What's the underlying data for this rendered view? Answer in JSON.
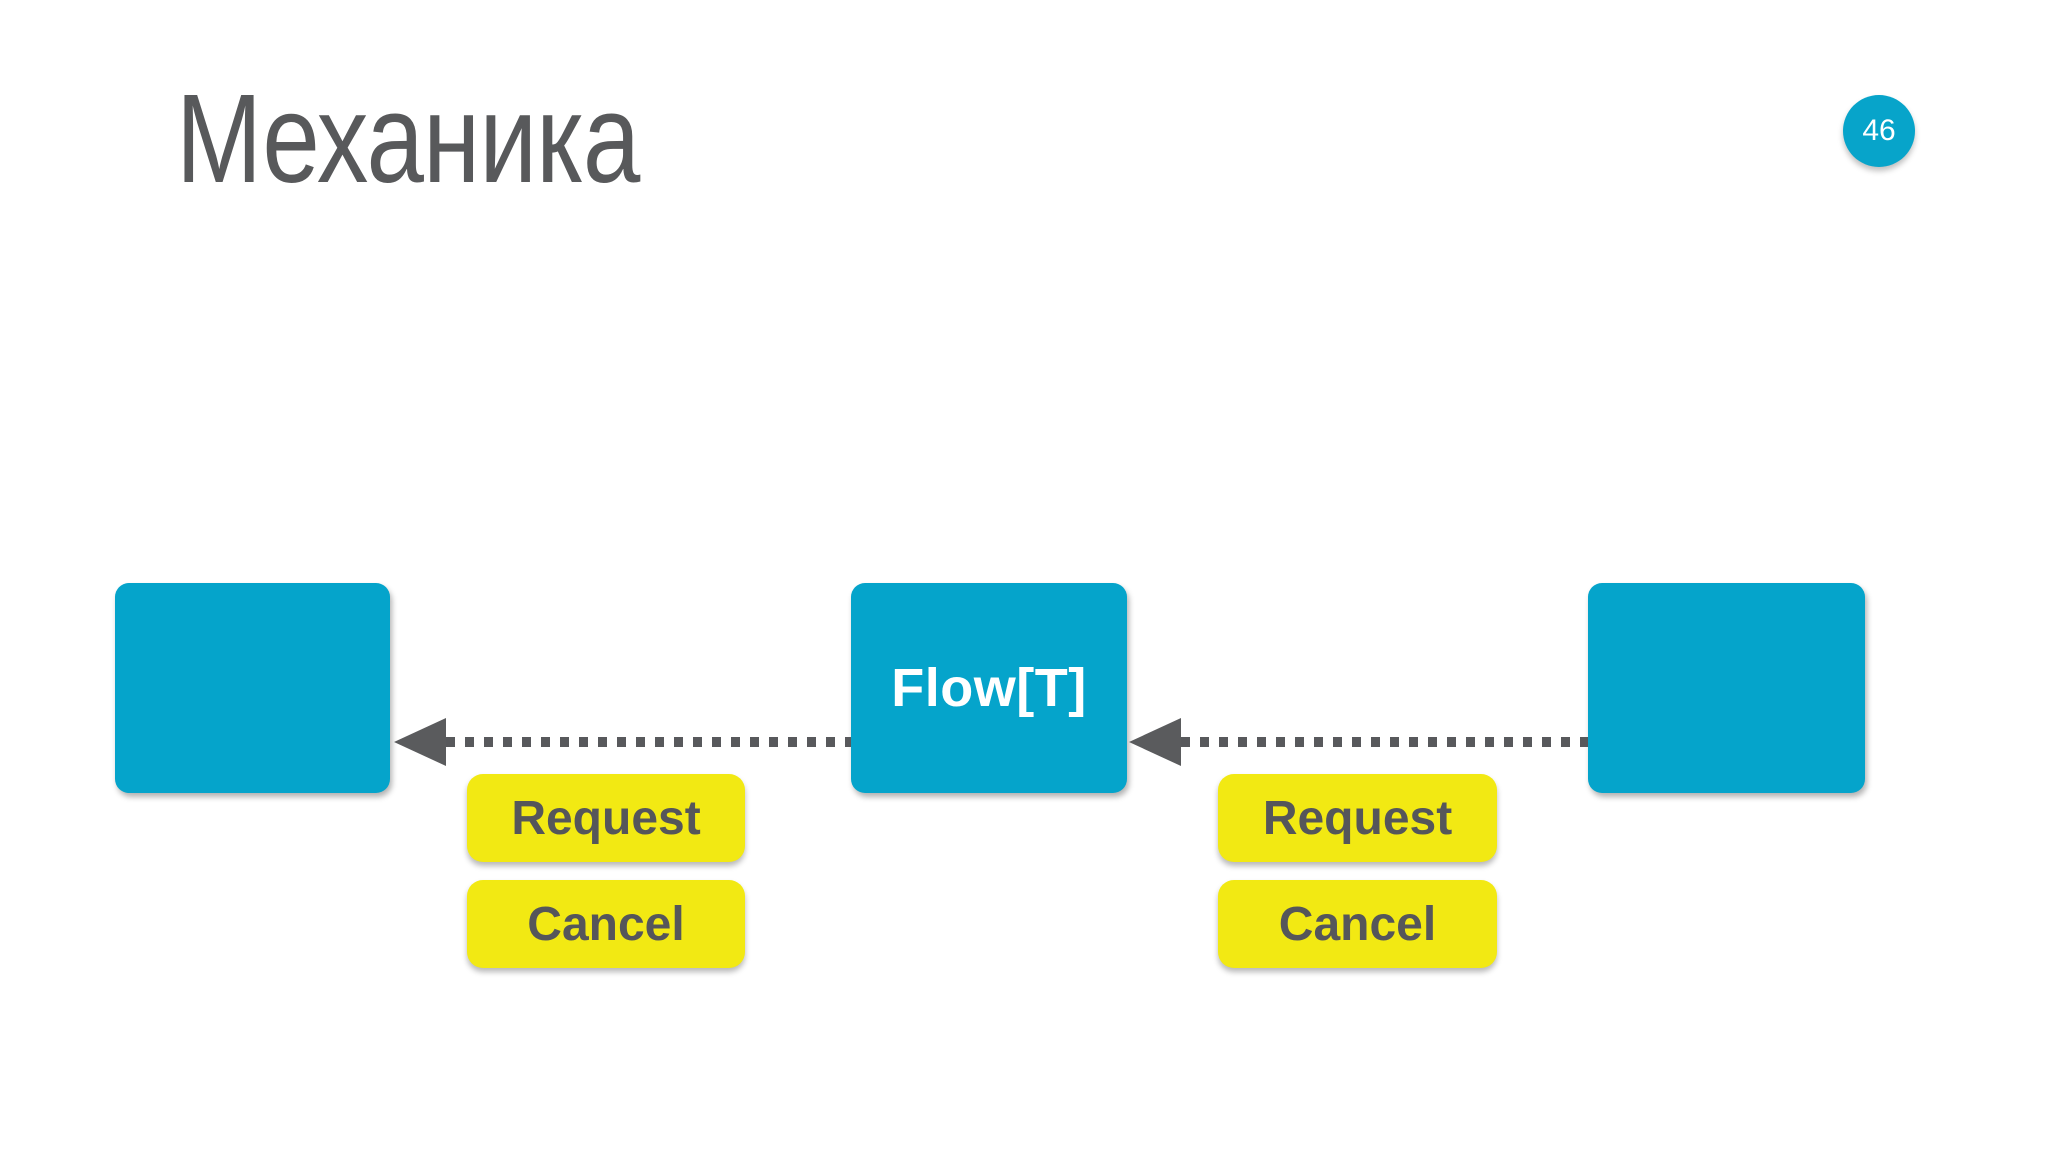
{
  "header": {
    "title": "Механика",
    "page_badge": "46"
  },
  "diagram": {
    "nodes": [
      {
        "id": "left-consumer",
        "label": ""
      },
      {
        "id": "flow",
        "label": "Flow[T]"
      },
      {
        "id": "right-producer",
        "label": ""
      }
    ],
    "center_node_label": "Flow[T]",
    "left_controls": {
      "request": "Request",
      "cancel": "Cancel"
    },
    "right_controls": {
      "request": "Request",
      "cancel": "Cancel"
    },
    "arrow_direction": "left"
  },
  "colors": {
    "accent_teal": "#05a4cb",
    "accent_yellow": "#f2e913",
    "title_gray": "#58595b",
    "arrow_gray": "#58595c",
    "button_text_gray": "#55565a",
    "background": "#ffffff"
  }
}
